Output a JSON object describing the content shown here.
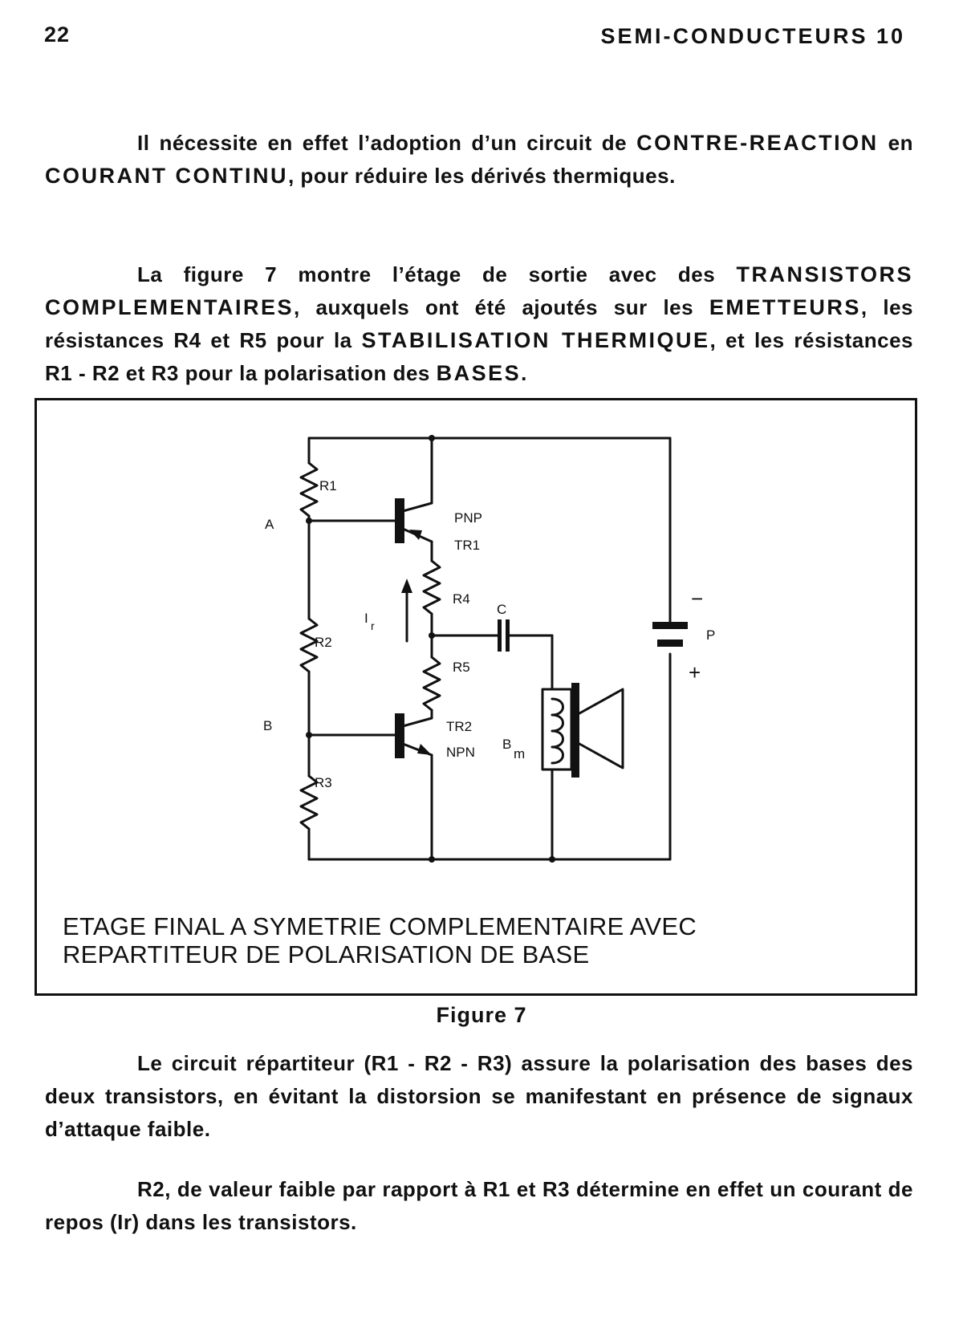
{
  "header": {
    "page_number": "22",
    "running_head": "SEMI-CONDUCTEURS 10"
  },
  "paragraphs": {
    "p1": {
      "a": "Il nécessite en effet l’adoption d’un circuit de ",
      "b": "CONTRE-REACTION",
      "c": " en ",
      "d": "COURANT CONTINU",
      "e": ", pour réduire les dérivés thermiques."
    },
    "p2": {
      "a": "La figure 7 montre l’étage de sortie avec des ",
      "b": "TRANSISTORS COMPLEMENTAIRES",
      "c": ", auxquels ont été ajoutés sur les ",
      "d": "EMETTEURS",
      "e": ", les résistances R4 et R5 pour la ",
      "f": "STABILISATION THERMIQUE",
      "g": ", et les résistances R1 - R2 et R3 pour la polarisation des ",
      "h": "BASES",
      "i": "."
    },
    "p3": "Le circuit répartiteur (R1 - R2 - R3) assure la polarisation des bases des deux transistors, en évitant la distorsion se manifestant en présence de signaux d’attaque faible.",
    "p4": "R2, de valeur faible par rapport à R1 et R3 détermine en effet un courant de repos (Ir) dans les transistors."
  },
  "figure": {
    "labels": {
      "r1": "R1",
      "r2": "R2",
      "r3": "R3",
      "r4": "R4",
      "r5": "R5",
      "node_a": "A",
      "node_b": "B",
      "pnp": "PNP",
      "tr1": "TR1",
      "tr2": "TR2",
      "npn": "NPN",
      "cap": "C",
      "current_main": "I",
      "current_sub": "r",
      "batt": "P",
      "minus": "−",
      "plus": "+",
      "speaker_main": "B",
      "speaker_sub": "m"
    },
    "caption_line1": "ETAGE FINAL A SYMETRIE COMPLEMENTAIRE AVEC",
    "caption_line2": "REPARTITEUR DE POLARISATION DE BASE",
    "label": "Figure 7"
  }
}
